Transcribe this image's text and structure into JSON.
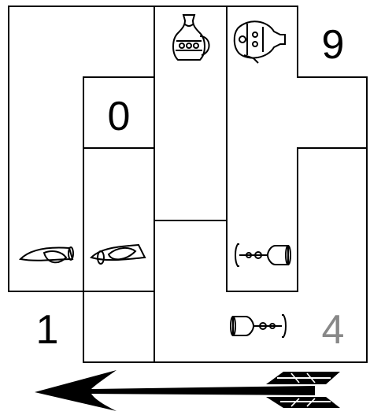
{
  "puzzle": {
    "numbers": {
      "top_right": "9",
      "middle_left": "0",
      "bottom_left": "1",
      "bottom_right": "4"
    },
    "number_colors": {
      "normal": "#000000",
      "muted": "#888888"
    },
    "objects": [
      "jug-icon",
      "vase-icon",
      "drinking-horn-icon",
      "drinking-horn-icon",
      "goblet-icon",
      "goblet-icon"
    ],
    "arrow_direction": "left"
  }
}
